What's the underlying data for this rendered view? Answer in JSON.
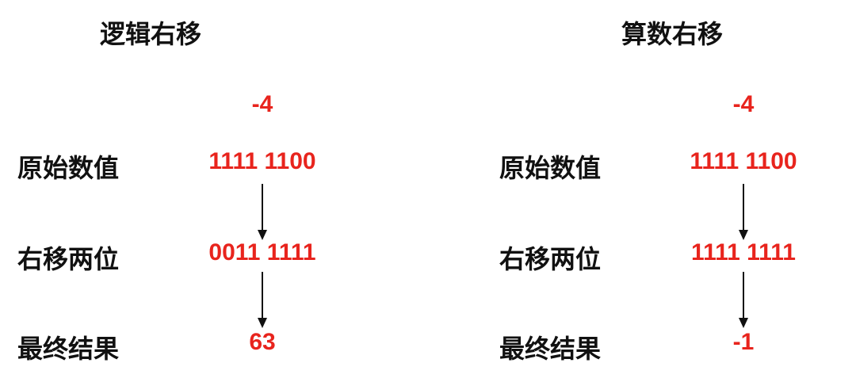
{
  "panels": [
    {
      "title": "逻辑右移",
      "input_number": "-4",
      "rows": [
        {
          "label": "原始数值",
          "value": "1111 1100"
        },
        {
          "label": "右移两位",
          "value": "0011 1111"
        },
        {
          "label": "最终结果",
          "value": "63"
        }
      ]
    },
    {
      "title": "算数右移",
      "input_number": "-4",
      "rows": [
        {
          "label": "原始数值",
          "value": "1111 1100"
        },
        {
          "label": "右移两位",
          "value": "1111 1111"
        },
        {
          "label": "最终结果",
          "value": "-1"
        }
      ]
    }
  ],
  "colors": {
    "value_red": "#e8241d",
    "label_black": "#111111",
    "arrow_black": "#111111"
  }
}
